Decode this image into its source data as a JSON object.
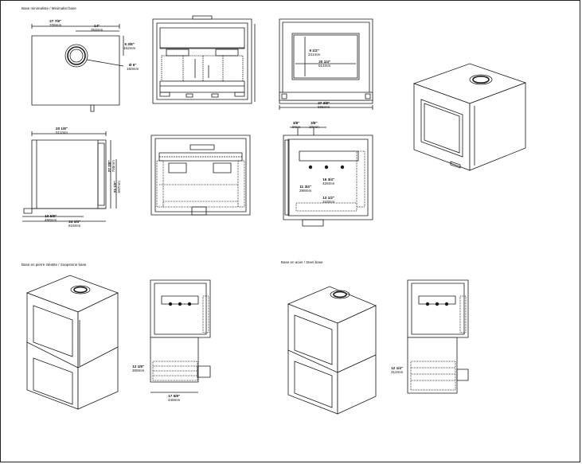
{
  "sections": {
    "minimalist": "Base minimaliste / Minimalist base",
    "soapstone": "Base en pierre stéatite / Soapstone base",
    "steel": "Base en acier / Steel base"
  },
  "dims": {
    "top_width": {
      "imp": "27 7/8\"",
      "met": "708mm"
    },
    "top_offset": {
      "imp": "14\"",
      "met": "354mm"
    },
    "top_depth": {
      "imp": "6 3/8\"",
      "met": "162mm"
    },
    "flue_diam": {
      "imp": "Ø 6\"",
      "met": "150mm"
    },
    "front_inner_h": {
      "imp": "9 1/2\"",
      "met": "241mm"
    },
    "front_inner_w": {
      "imp": "20 1/4\"",
      "met": "514mm"
    },
    "front_width": {
      "imp": "27 3/8\"",
      "met": "695mm"
    },
    "side_depth": {
      "imp": "20 1/8\"",
      "met": "511mm"
    },
    "side_h1": {
      "imp": "27 7/8\"",
      "met": "708mm"
    },
    "side_h2": {
      "imp": "23 1/2\"",
      "met": "597mm"
    },
    "side_bottom1": {
      "imp": "19 5/8\"",
      "met": "498mm"
    },
    "side_bottom2": {
      "imp": "24 1/4\"",
      "met": "616mm"
    },
    "sec_top1": {
      "imp": "3/8\"",
      "met": "9mm"
    },
    "sec_top2": {
      "imp": "3/8\"",
      "met": "10mm"
    },
    "sec_mid": {
      "imp": "16 3/4\"",
      "met": "426mm"
    },
    "sec_left": {
      "imp": "11 3/4\"",
      "met": "298mm"
    },
    "sec_low": {
      "imp": "13 1/2\"",
      "met": "343mm"
    },
    "soap_h": {
      "imp": "12 1/8\"",
      "met": "308mm"
    },
    "soap_w": {
      "imp": "17 5/8\"",
      "met": "448mm"
    },
    "steel_h": {
      "imp": "12 1/4\"",
      "met": "312mm"
    }
  }
}
